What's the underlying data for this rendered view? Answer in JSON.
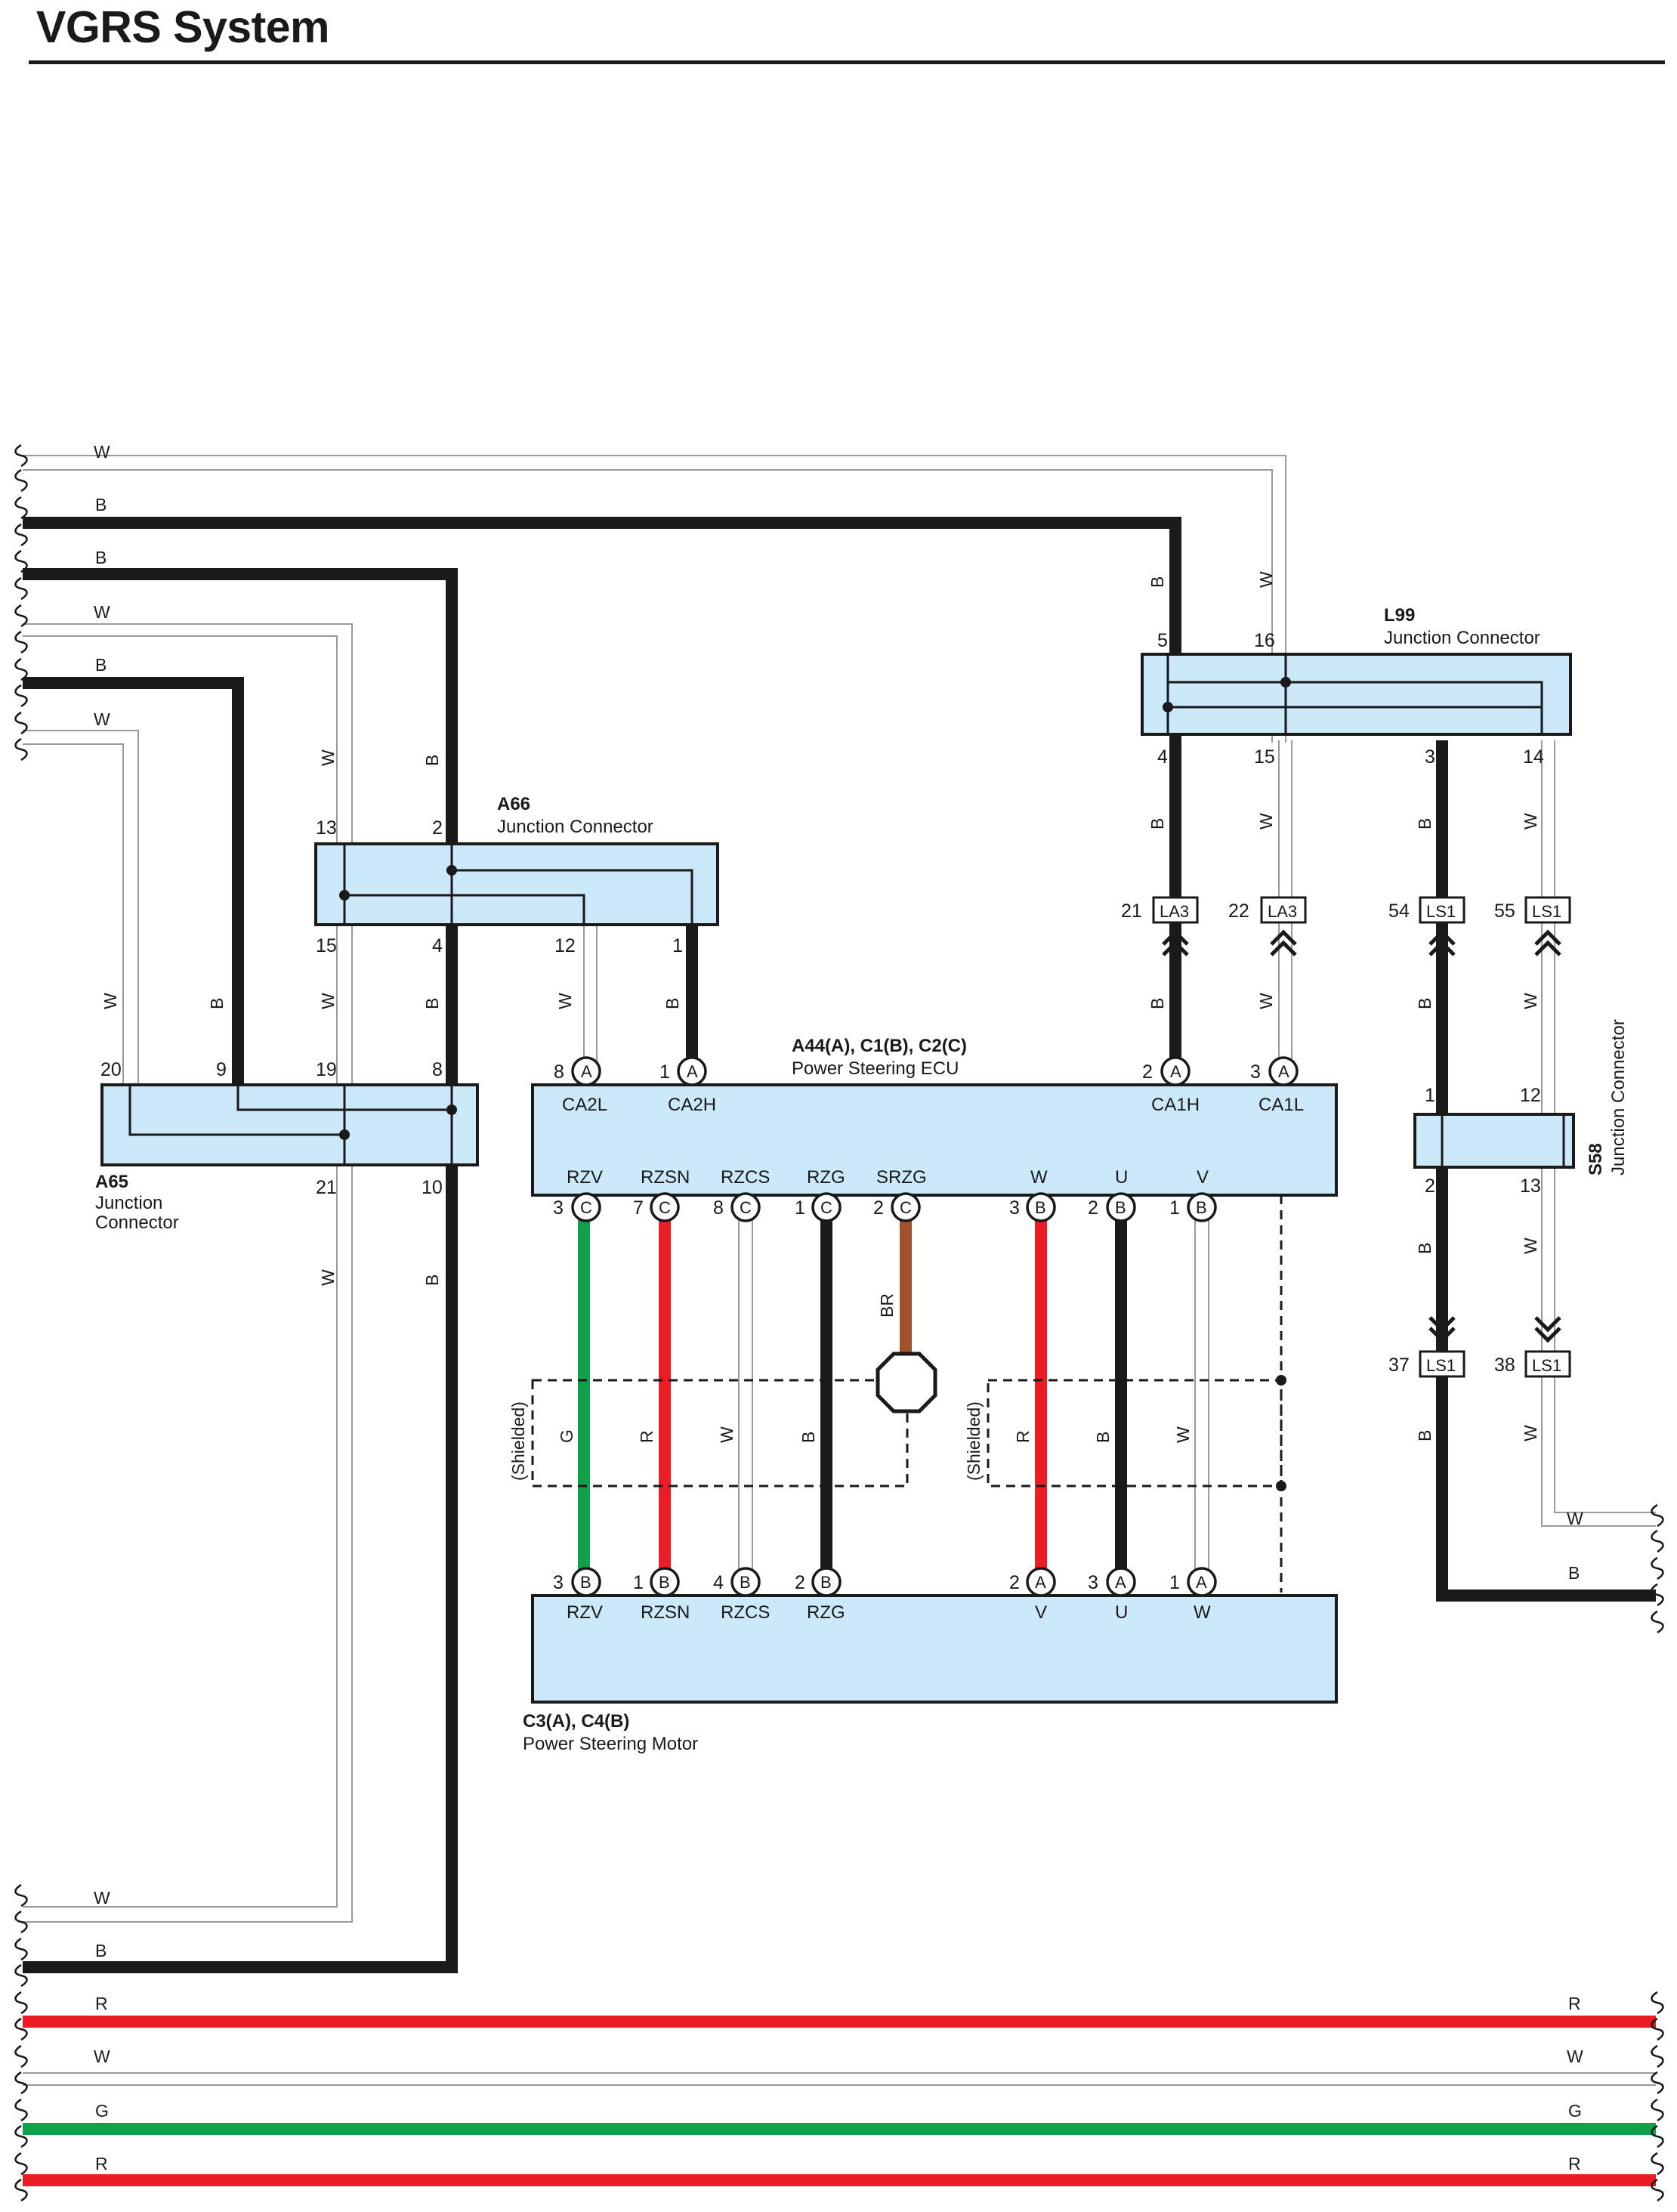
{
  "title": "VGRS System",
  "colors": {
    "B": "#1a1a1a",
    "W_outline": "#9a9a9a",
    "R": "#ec1c24",
    "G": "#12a14b",
    "BR": "#a0522d",
    "box_fill": "#cce9f9"
  },
  "connectors": {
    "a66": {
      "code": "A66",
      "name": "Junction Connector",
      "pins_top": [
        "13",
        "2"
      ],
      "pins_bottom": [
        "15",
        "4",
        "12",
        "1"
      ]
    },
    "a65": {
      "code": "A65",
      "name_line1": "Junction",
      "name_line2": "Connector",
      "pins_top": [
        "20",
        "9",
        "19",
        "8"
      ],
      "pins_bottom": [
        "21",
        "10"
      ]
    },
    "l99": {
      "code": "L99",
      "name": "Junction Connector",
      "pins_top": [
        "5",
        "16"
      ],
      "pins_bottom": [
        "4",
        "15",
        "3",
        "14"
      ]
    },
    "s58": {
      "code": "S58",
      "name": "Junction Connector",
      "pins": [
        "1",
        "12",
        "2",
        "13"
      ]
    },
    "ecu": {
      "code": "A44(A), C1(B), C2(C)",
      "name": "Power Steering ECU",
      "top_pins": [
        {
          "num": "8",
          "conn": "A",
          "term": "CA2L"
        },
        {
          "num": "1",
          "conn": "A",
          "term": "CA2H"
        },
        {
          "num": "2",
          "conn": "A",
          "term": "CA1H"
        },
        {
          "num": "3",
          "conn": "A",
          "term": "CA1L"
        }
      ],
      "bottom_pins": [
        {
          "num": "3",
          "conn": "C",
          "term": "RZV"
        },
        {
          "num": "7",
          "conn": "C",
          "term": "RZSN"
        },
        {
          "num": "8",
          "conn": "C",
          "term": "RZCS"
        },
        {
          "num": "1",
          "conn": "C",
          "term": "RZG"
        },
        {
          "num": "2",
          "conn": "C",
          "term": "SRZG"
        },
        {
          "num": "3",
          "conn": "B",
          "term": "W"
        },
        {
          "num": "2",
          "conn": "B",
          "term": "U"
        },
        {
          "num": "1",
          "conn": "B",
          "term": "V"
        }
      ]
    },
    "motor": {
      "code": "C3(A), C4(B)",
      "name": "Power Steering Motor",
      "top_pins": [
        {
          "num": "3",
          "conn": "B",
          "term": "RZV"
        },
        {
          "num": "1",
          "conn": "B",
          "term": "RZSN"
        },
        {
          "num": "4",
          "conn": "B",
          "term": "RZCS"
        },
        {
          "num": "2",
          "conn": "B",
          "term": "RZG"
        },
        {
          "num": "2",
          "conn": "A",
          "term": "V"
        },
        {
          "num": "3",
          "conn": "A",
          "term": "U"
        },
        {
          "num": "1",
          "conn": "A",
          "term": "W"
        }
      ]
    }
  },
  "inline_connectors": {
    "la3_21": {
      "num": "21",
      "code": "LA3"
    },
    "la3_22": {
      "num": "22",
      "code": "LA3"
    },
    "ls1_54": {
      "num": "54",
      "code": "LS1"
    },
    "ls1_55": {
      "num": "55",
      "code": "LS1"
    },
    "ls1_37": {
      "num": "37",
      "code": "LS1"
    },
    "ls1_38": {
      "num": "38",
      "code": "LS1"
    }
  },
  "shielded_label": "(Shielded)",
  "wire_codes": {
    "w1": "W",
    "b1": "B",
    "b2": "B",
    "w2": "W",
    "b3": "B",
    "w3": "W",
    "w_bot": "W",
    "b_bot": "B",
    "r_bot1": "R",
    "w_bot2": "W",
    "g_bot": "G",
    "r_bot2": "R",
    "a66_w": "W",
    "a66_b": "B",
    "a66_w2": "W",
    "a66_b2": "B",
    "a66_w3": "W",
    "a66_b3": "B",
    "a65_w": "W",
    "a65_b": "B",
    "a65_w2": "W",
    "a65_b2": "B",
    "l99_b": "B",
    "l99_w": "W",
    "l99_b2": "B",
    "l99_w2": "W",
    "l99_b3": "B",
    "l99_w3": "W",
    "la3_b": "B",
    "la3_w": "W",
    "ls1_b": "B",
    "ls1_w": "W",
    "s58_b": "B",
    "s58_w": "W",
    "ls1_b2": "B",
    "ls1_w2": "W",
    "right_w": "W",
    "right_b": "B",
    "br": "BR",
    "g": "G",
    "r": "R",
    "w": "W",
    "b": "B",
    "r2": "R"
  }
}
